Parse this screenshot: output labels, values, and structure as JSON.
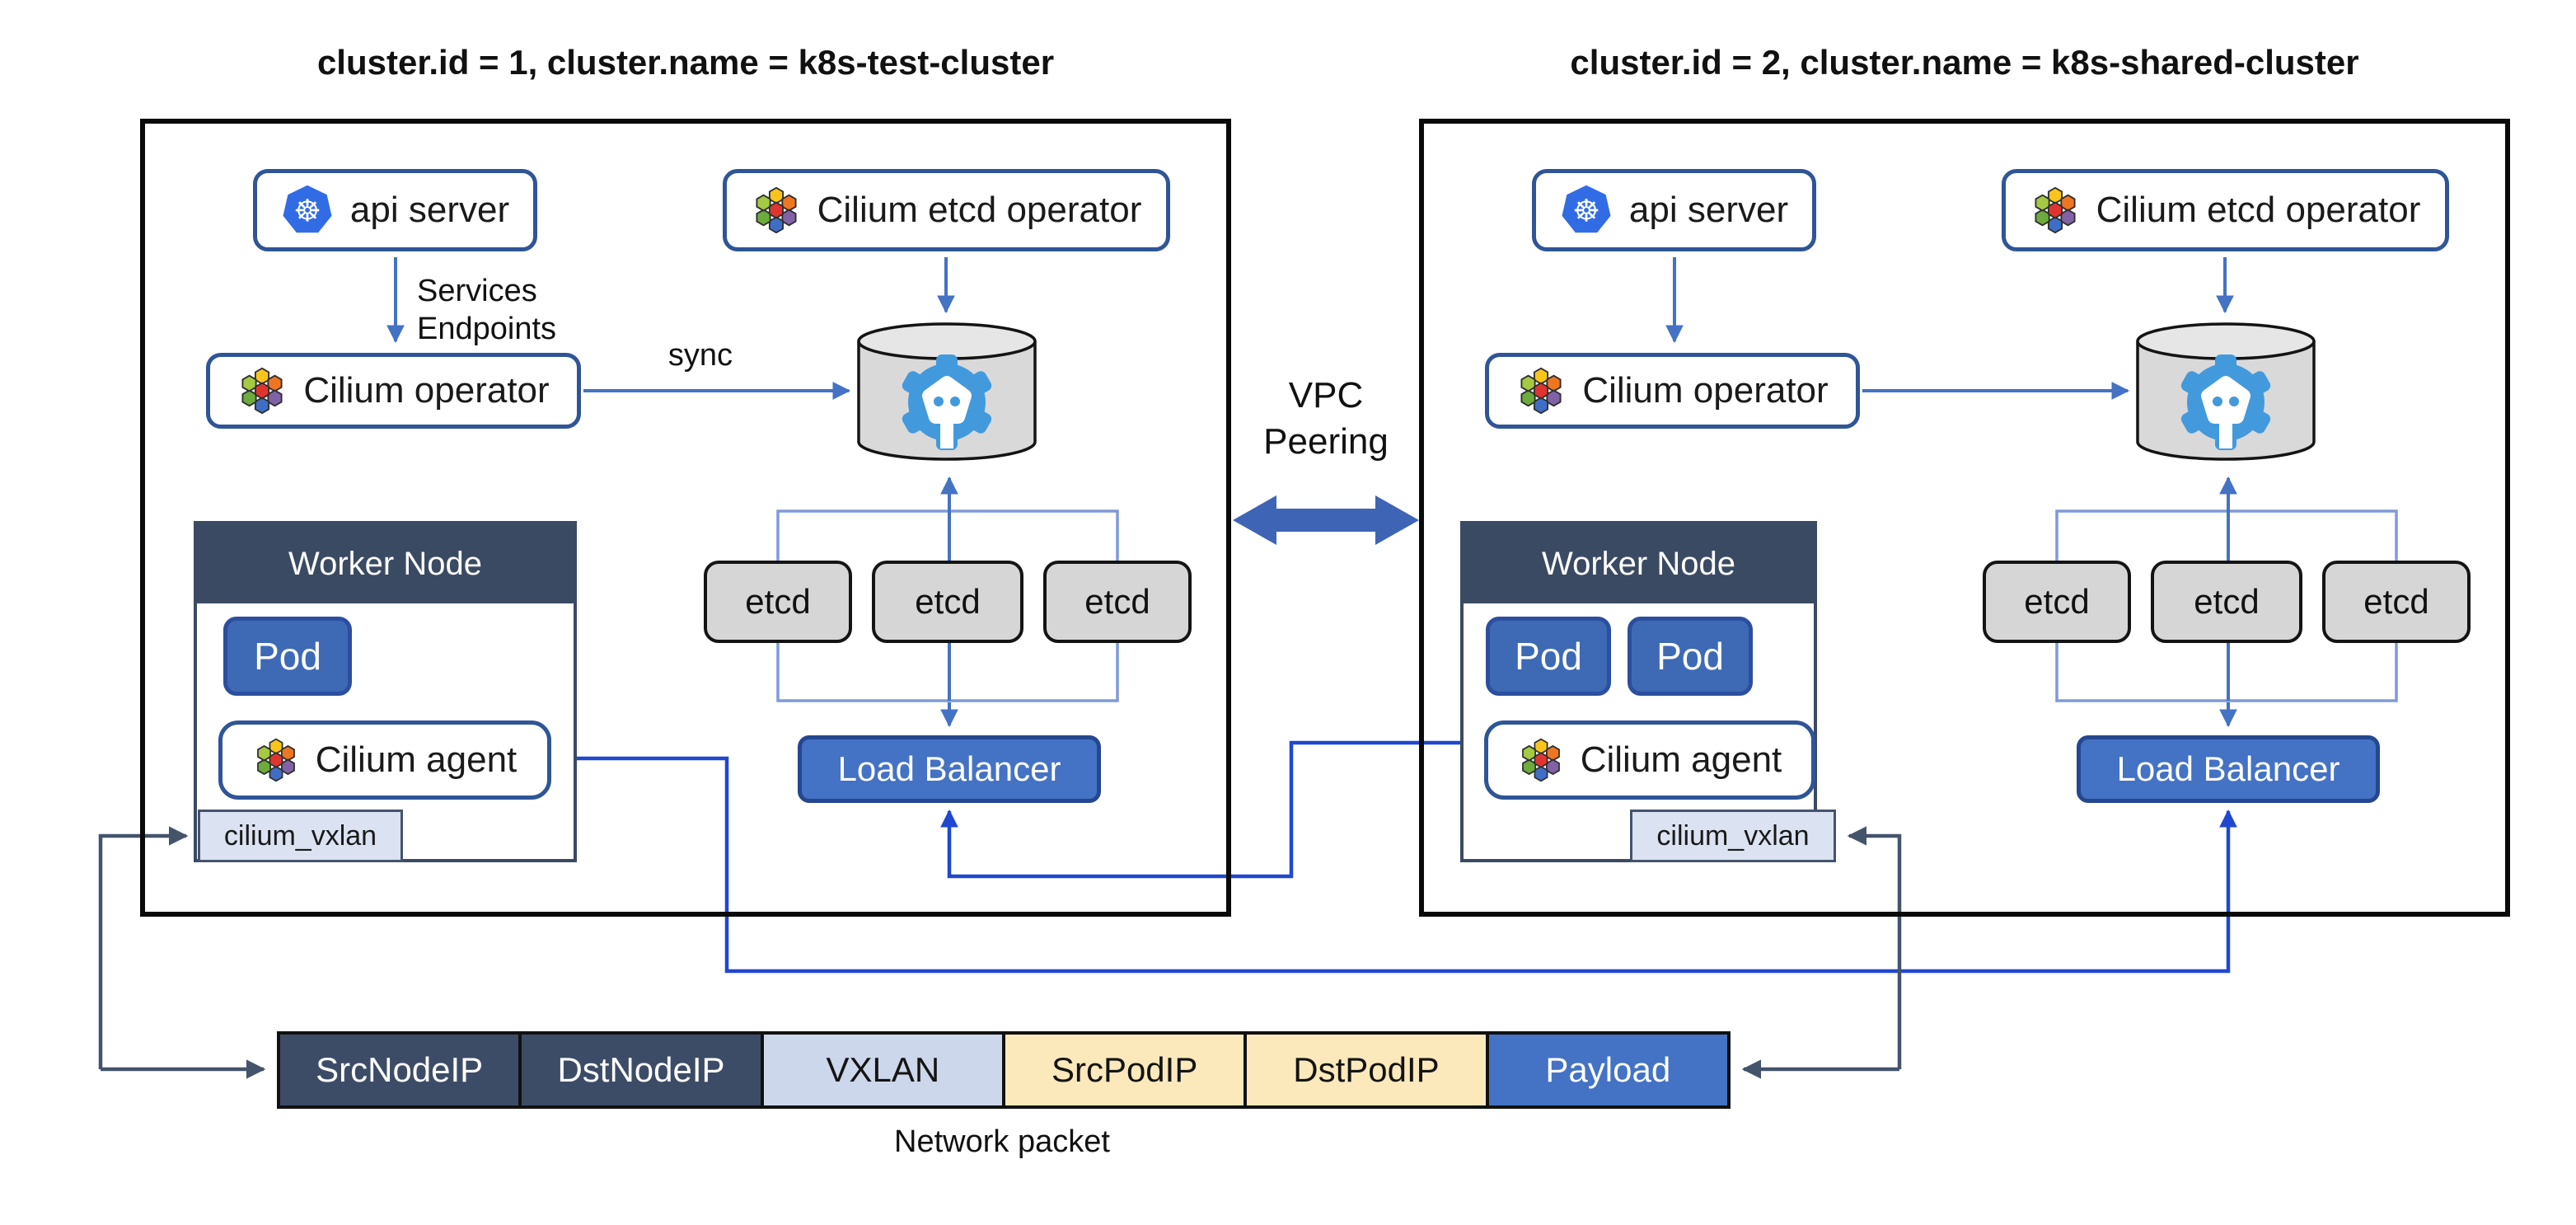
{
  "icons": {
    "kubernetes_glyph": "☸",
    "kubernetes": "ship-wheel-heptagon",
    "cilium": "hexagon-flower",
    "etcd": "gear-face-database"
  },
  "colors": {
    "cluster_border": "#0a0a0a",
    "node_box_border": "#2f5597",
    "worker_header": "#3b4a63",
    "pod_fill": "#3e6ab5",
    "load_balancer_fill": "#4472c4",
    "etcd_box_fill": "#d6d6d6",
    "cylinder_fill": "#d9d9d9",
    "vxlan_fill": "#dbe3f3",
    "arrow_blue": "#4472c4",
    "arrow_bright_blue": "#2047d0",
    "arrow_dark": "#44546a",
    "bracket_blue": "#7f9ad8",
    "vpc_arrow_fill": "#3e64b5",
    "kubernetes_blue": "#326ce5",
    "etcd_icon_blue": "#429add"
  },
  "clusters": [
    {
      "title": "cluster.id = 1, cluster.name = k8s-test-cluster",
      "api_server_label": "api server",
      "cilium_etcd_operator_label": "Cilium etcd operator",
      "cilium_operator_label": "Cilium operator",
      "api_to_operator_labels": [
        "Services",
        "Endpoints"
      ],
      "sync_label": "sync",
      "etcd_nodes": [
        "etcd",
        "etcd",
        "etcd"
      ],
      "load_balancer_label": "Load Balancer",
      "worker_node": {
        "title": "Worker Node",
        "pods": [
          "Pod"
        ],
        "agent_label": "Cilium agent",
        "vxlan_label": "cilium_vxlan"
      }
    },
    {
      "title": "cluster.id = 2, cluster.name = k8s-shared-cluster",
      "api_server_label": "api server",
      "cilium_etcd_operator_label": "Cilium etcd operator",
      "cilium_operator_label": "Cilium operator",
      "etcd_nodes": [
        "etcd",
        "etcd",
        "etcd"
      ],
      "load_balancer_label": "Load Balancer",
      "worker_node": {
        "title": "Worker Node",
        "pods": [
          "Pod",
          "Pod"
        ],
        "agent_label": "Cilium agent",
        "vxlan_label": "cilium_vxlan"
      }
    }
  ],
  "vpc_peering": {
    "lines": [
      "VPC",
      "Peering"
    ]
  },
  "network_packet": {
    "caption": "Network packet",
    "segments": [
      {
        "label": "SrcNodeIP",
        "bg": "#3d4c66",
        "fg": "#ffffff"
      },
      {
        "label": "DstNodeIP",
        "bg": "#3d4c66",
        "fg": "#ffffff"
      },
      {
        "label": "VXLAN",
        "bg": "#cdd7eb",
        "fg": "#141414"
      },
      {
        "label": "SrcPodIP",
        "bg": "#fbe9bc",
        "fg": "#141414"
      },
      {
        "label": "DstPodIP",
        "bg": "#fbe9bc",
        "fg": "#141414"
      },
      {
        "label": "Payload",
        "bg": "#4472c4",
        "fg": "#ffffff"
      }
    ]
  }
}
